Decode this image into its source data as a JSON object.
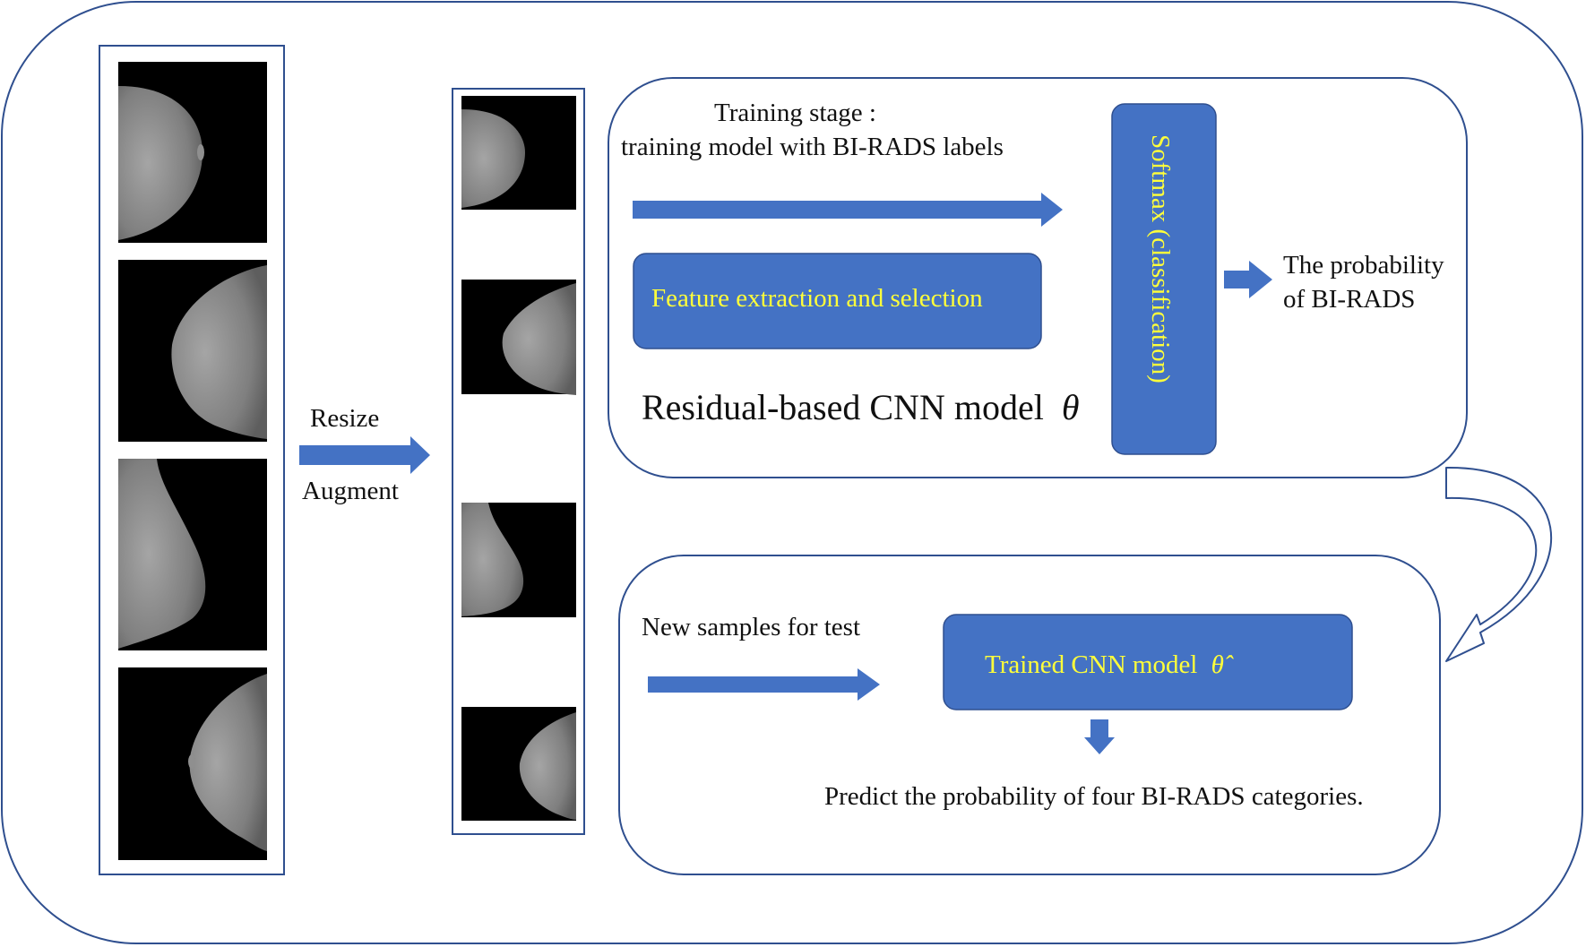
{
  "colors": {
    "frame": "#2f4f8f",
    "arrow": "#4472c4",
    "box_fill": "#4472c4",
    "box_text": "#ffff3a",
    "mammogram_bg": "#000000",
    "tissue": "#8a8a8a"
  },
  "preprocess": {
    "label_resize": "Resize",
    "label_augment": "Augment"
  },
  "training": {
    "stage_title_line1": "Training stage :",
    "stage_title_line2": "training model with BI-RADS labels",
    "feature_box": "Feature extraction and selection",
    "model_caption": "Residual-based CNN model",
    "model_symbol": "θ",
    "softmax_box": "Softmax (classification)",
    "output_line1": "The probability",
    "output_line2": "of BI-RADS"
  },
  "testing": {
    "input_label": "New samples for test",
    "trained_model_box": "Trained CNN model",
    "trained_symbol": "θ̂",
    "prediction": "Predict the probability of four BI-RADS categories."
  }
}
